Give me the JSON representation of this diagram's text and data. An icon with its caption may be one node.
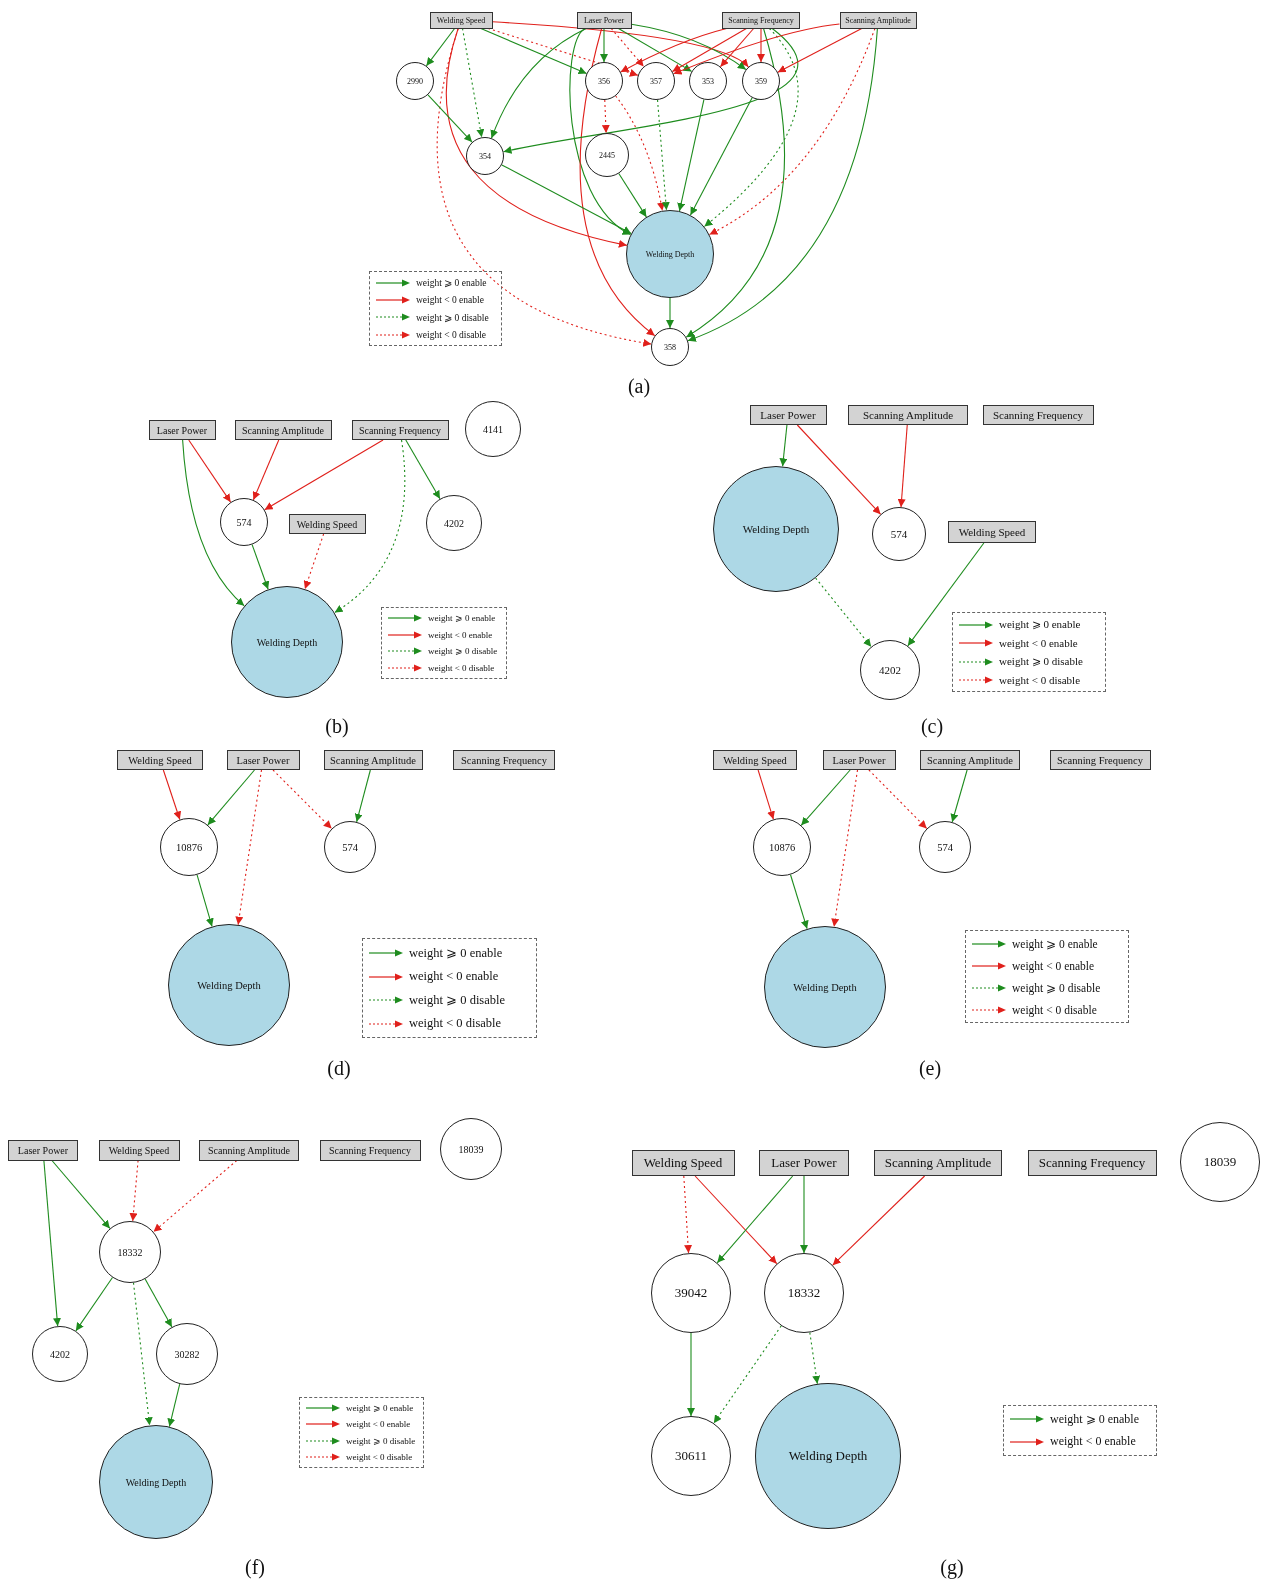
{
  "diagram": {
    "nodes": [
      {
        "text": [
          "Welding Speed"
        ]
      },
      {
        "text": [
          "Laser Power"
        ]
      },
      {
        "text": [
          "Scanning Frequency"
        ]
      },
      {
        "text": [
          "Scanning Amplitude"
        ]
      },
      {
        "text": [
          "2990"
        ]
      },
      {
        "text": [
          "356"
        ]
      },
      {
        "text": [
          "357"
        ]
      },
      {
        "text": [
          "353"
        ]
      },
      {
        "text": [
          "359"
        ]
      },
      {
        "text": [
          "354"
        ]
      },
      {
        "text": [
          "2445"
        ]
      },
      {
        "text": [
          "Welding Depth"
        ]
      },
      {
        "text": [
          "358"
        ]
      },
      {
        "text": [
          "Laser Power"
        ]
      },
      {
        "text": [
          "Scanning Amplitude"
        ]
      },
      {
        "text": [
          "Scanning Frequency"
        ]
      },
      {
        "text": [
          "4141"
        ]
      },
      {
        "text": [
          "574"
        ]
      },
      {
        "text": [
          "Welding Speed"
        ]
      },
      {
        "text": [
          "4202"
        ]
      },
      {
        "text": [
          "Welding Depth"
        ]
      },
      {
        "text": [
          "Laser Power"
        ]
      },
      {
        "text": [
          "Scanning Amplitude"
        ]
      },
      {
        "text": [
          "Scanning Frequency"
        ]
      },
      {
        "text": [
          "Welding Depth"
        ]
      },
      {
        "text": [
          "574"
        ]
      },
      {
        "text": [
          "Welding Speed"
        ]
      },
      {
        "text": [
          "4202"
        ]
      },
      {
        "text": [
          "Welding Speed"
        ]
      },
      {
        "text": [
          "Laser Power"
        ]
      },
      {
        "text": [
          "Scanning Amplitude"
        ]
      },
      {
        "text": [
          "Scanning Frequency"
        ]
      },
      {
        "text": [
          "10876"
        ]
      },
      {
        "text": [
          "574"
        ]
      },
      {
        "text": [
          "Welding Depth"
        ]
      },
      {
        "text": [
          "Welding Speed"
        ]
      },
      {
        "text": [
          "Laser Power"
        ]
      },
      {
        "text": [
          "Scanning Amplitude"
        ]
      },
      {
        "text": [
          "Scanning Frequency"
        ]
      },
      {
        "text": [
          "10876"
        ]
      },
      {
        "text": [
          "574"
        ]
      },
      {
        "text": [
          "Welding Depth"
        ]
      },
      {
        "text": [
          "Laser Power"
        ]
      },
      {
        "text": [
          "Welding Speed"
        ]
      },
      {
        "text": [
          "Scanning Amplitude"
        ]
      },
      {
        "text": [
          "Scanning Frequency"
        ]
      },
      {
        "text": [
          "18039"
        ]
      },
      {
        "text": [
          "18332"
        ]
      },
      {
        "text": [
          "4202"
        ]
      },
      {
        "text": [
          "30282"
        ]
      },
      {
        "text": [
          "Welding Depth"
        ]
      },
      {
        "text": [
          "Welding Speed"
        ]
      },
      {
        "text": [
          "Laser Power"
        ]
      },
      {
        "text": [
          "Scanning Amplitude"
        ]
      },
      {
        "text": [
          "Scanning Frequency"
        ]
      },
      {
        "text": [
          "18039"
        ]
      },
      {
        "text": [
          "39042"
        ]
      },
      {
        "text": [
          "18332"
        ]
      },
      {
        "text": [
          "30611"
        ]
      },
      {
        "text": [
          "Welding Depth"
        ]
      }
    ],
    "edges": [
      {
        "from": 0,
        "to": 4,
        "arrow": "to"
      },
      {
        "from": 0,
        "to": 9,
        "arrow": "to",
        "style": "dashed"
      },
      {
        "from": 0,
        "to": 5,
        "arrow": "to"
      },
      {
        "from": 0,
        "to": 8,
        "arrow": "to",
        "color": "#e0201b"
      },
      {
        "from": 0,
        "to": 6,
        "arrow": "to",
        "style": "dashed",
        "color": "#e0201b"
      },
      {
        "from": 0,
        "to": 11,
        "arrow": "to",
        "color": "#e0201b"
      },
      {
        "from": 0,
        "to": 12,
        "arrow": "to",
        "style": "dashed",
        "color": "#e0201b"
      },
      {
        "from": 4,
        "to": 9,
        "arrow": "to"
      },
      {
        "from": 1,
        "to": 5,
        "arrow": "to"
      },
      {
        "from": 1,
        "to": 9,
        "arrow": "to"
      },
      {
        "from": 1,
        "to": 7,
        "arrow": "to"
      },
      {
        "from": 1,
        "to": 8,
        "arrow": "to"
      },
      {
        "from": 1,
        "to": 11,
        "arrow": "to"
      },
      {
        "from": 1,
        "to": 12,
        "arrow": "to",
        "color": "#e0201b"
      },
      {
        "from": 1,
        "to": 6,
        "arrow": "to",
        "style": "dashed",
        "color": "#e0201b"
      },
      {
        "from": 2,
        "to": 5,
        "arrow": "to",
        "color": "#e0201b"
      },
      {
        "from": 2,
        "to": 6,
        "arrow": "to",
        "color": "#e0201b"
      },
      {
        "from": 2,
        "to": 8,
        "arrow": "to",
        "color": "#e0201b"
      },
      {
        "from": 2,
        "to": 7,
        "arrow": "to",
        "color": "#e0201b"
      },
      {
        "from": 2,
        "to": 9,
        "arrow": "to"
      },
      {
        "from": 2,
        "to": 11,
        "arrow": "to",
        "style": "dashed"
      },
      {
        "from": 2,
        "to": 12,
        "arrow": "to"
      },
      {
        "from": 3,
        "to": 6,
        "arrow": "to",
        "color": "#e0201b"
      },
      {
        "from": 3,
        "to": 8,
        "arrow": "to",
        "color": "#e0201b"
      },
      {
        "from": 3,
        "to": 12,
        "arrow": "to"
      },
      {
        "from": 3,
        "to": 11,
        "arrow": "to",
        "style": "dashed",
        "color": "#e0201b"
      },
      {
        "from": 5,
        "to": 10,
        "arrow": "to",
        "style": "dashed",
        "color": "#e0201b"
      },
      {
        "from": 5,
        "to": 11,
        "arrow": "to",
        "style": "dashed",
        "color": "#e0201b"
      },
      {
        "from": 6,
        "to": 11,
        "arrow": "to",
        "style": "dashed"
      },
      {
        "from": 7,
        "to": 11,
        "arrow": "to"
      },
      {
        "from": 8,
        "to": 11,
        "arrow": "to"
      },
      {
        "from": 9,
        "to": 11,
        "arrow": "to"
      },
      {
        "from": 10,
        "to": 11,
        "arrow": "to"
      },
      {
        "from": 11,
        "to": 12,
        "arrow": "to"
      },
      {
        "from": 13,
        "to": 17,
        "arrow": "to",
        "color": "#e0201b"
      },
      {
        "from": 14,
        "to": 17,
        "arrow": "to",
        "color": "#e0201b"
      },
      {
        "from": 15,
        "to": 17,
        "arrow": "to",
        "color": "#e0201b"
      },
      {
        "from": 15,
        "to": 19,
        "arrow": "to"
      },
      {
        "from": 13,
        "to": 20,
        "arrow": "to"
      },
      {
        "from": 17,
        "to": 20,
        "arrow": "to"
      },
      {
        "from": 18,
        "to": 20,
        "arrow": "to",
        "style": "dashed",
        "color": "#e0201b"
      },
      {
        "from": 15,
        "to": 20,
        "arrow": "to",
        "style": "dashed"
      },
      {
        "from": 21,
        "to": 24,
        "arrow": "to"
      },
      {
        "from": 21,
        "to": 25,
        "arrow": "to",
        "color": "#e0201b"
      },
      {
        "from": 22,
        "to": 25,
        "arrow": "to",
        "color": "#e0201b"
      },
      {
        "from": 24,
        "to": 27,
        "arrow": "to",
        "style": "dashed"
      },
      {
        "from": 26,
        "to": 27,
        "arrow": "to"
      },
      {
        "from": 28,
        "to": 32,
        "arrow": "to",
        "color": "#e0201b"
      },
      {
        "from": 29,
        "to": 32,
        "arrow": "to"
      },
      {
        "from": 29,
        "to": 34,
        "arrow": "to",
        "style": "dashed",
        "color": "#e0201b"
      },
      {
        "from": 29,
        "to": 33,
        "arrow": "to",
        "style": "dashed",
        "color": "#e0201b"
      },
      {
        "from": 30,
        "to": 33,
        "arrow": "to"
      },
      {
        "from": 32,
        "to": 34,
        "arrow": "to"
      },
      {
        "from": 35,
        "to": 39,
        "arrow": "to",
        "color": "#e0201b"
      },
      {
        "from": 36,
        "to": 39,
        "arrow": "to"
      },
      {
        "from": 36,
        "to": 41,
        "arrow": "to",
        "style": "dashed",
        "color": "#e0201b"
      },
      {
        "from": 36,
        "to": 40,
        "arrow": "to",
        "style": "dashed",
        "color": "#e0201b"
      },
      {
        "from": 37,
        "to": 40,
        "arrow": "to"
      },
      {
        "from": 39,
        "to": 41,
        "arrow": "to"
      },
      {
        "from": 42,
        "to": 48,
        "arrow": "to"
      },
      {
        "from": 42,
        "to": 47,
        "arrow": "to"
      },
      {
        "from": 43,
        "to": 47,
        "arrow": "to",
        "style": "dashed",
        "color": "#e0201b"
      },
      {
        "from": 44,
        "to": 47,
        "arrow": "to",
        "style": "dashed",
        "color": "#e0201b"
      },
      {
        "from": 47,
        "to": 48,
        "arrow": "to"
      },
      {
        "from": 47,
        "to": 49,
        "arrow": "to"
      },
      {
        "from": 47,
        "to": 50,
        "arrow": "to",
        "style": "dashed"
      },
      {
        "from": 49,
        "to": 50,
        "arrow": "to"
      },
      {
        "from": 51,
        "to": 56,
        "arrow": "to",
        "style": "dashed",
        "color": "#e0201b"
      },
      {
        "from": 51,
        "to": 57,
        "arrow": "to",
        "color": "#e0201b"
      },
      {
        "from": 52,
        "to": 56,
        "arrow": "to"
      },
      {
        "from": 52,
        "to": 57,
        "arrow": "to"
      },
      {
        "from": 53,
        "to": 57,
        "arrow": "to",
        "color": "#e0201b"
      },
      {
        "from": 56,
        "to": 58,
        "arrow": "to"
      },
      {
        "from": 57,
        "to": 58,
        "arrow": "to",
        "style": "dashed"
      },
      {
        "from": 57,
        "to": 59,
        "arrow": "to",
        "style": "dashed"
      }
    ],
    "labels": [
      "(a)",
      "(b)",
      "(c)",
      "(d)",
      "(e)",
      "(f)",
      "(g)"
    ],
    "legend": [
      {
        "text": "weight ⩾ 0 enable"
      },
      {
        "text": "weight < 0 enable"
      },
      {
        "text": "weight ⩾ 0 disable"
      },
      {
        "text": "weight < 0 disable"
      },
      {
        "text": "weight ⩾ 0 enable"
      },
      {
        "text": "weight < 0 enable"
      },
      {
        "text": "weight ⩾ 0 disable"
      },
      {
        "text": "weight < 0 disable"
      },
      {
        "text": "weight ⩾ 0 enable"
      },
      {
        "text": "weight < 0 enable"
      },
      {
        "text": "weight ⩾ 0 disable"
      },
      {
        "text": "weight < 0 disable"
      },
      {
        "text": "weight ⩾ 0 enable"
      },
      {
        "text": "weight < 0 enable"
      },
      {
        "text": "weight ⩾ 0 disable"
      },
      {
        "text": "weight < 0 disable"
      },
      {
        "text": "weight ⩾ 0 enable"
      },
      {
        "text": "weight < 0 enable"
      },
      {
        "text": "weight ⩾ 0 disable"
      },
      {
        "text": "weight < 0 disable"
      },
      {
        "text": "weight ⩾ 0 enable"
      },
      {
        "text": "weight < 0 enable"
      },
      {
        "text": "weight ⩾ 0 disable"
      },
      {
        "text": "weight < 0 disable"
      },
      {
        "text": "weight ⩾ 0 enable"
      },
      {
        "text": "weight < 0 enable"
      }
    ]
  }
}
